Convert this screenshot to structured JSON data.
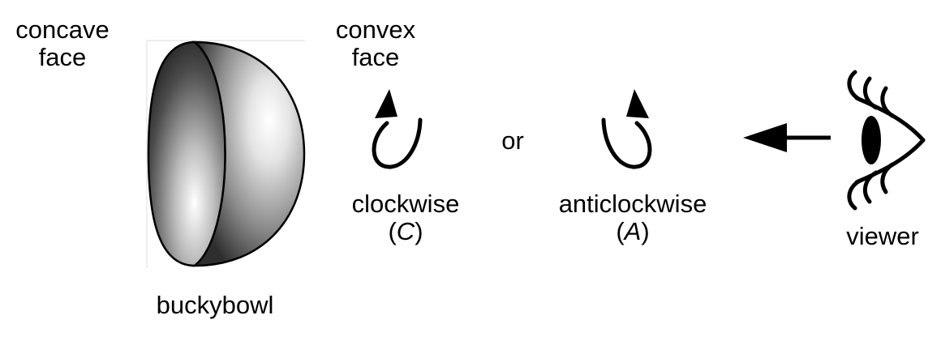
{
  "labels": {
    "concave_line1": "concave",
    "concave_line2": "face",
    "convex_line1": "convex",
    "convex_line2": "face",
    "or": "or",
    "clockwise": "clockwise",
    "clockwise_symbol": "C",
    "anticlockwise": "anticlockwise",
    "anticlockwise_symbol": "A",
    "viewer": "viewer",
    "buckybowl": "buckybowl"
  },
  "icons": {
    "bowl": "hemisphere-bowl-icon",
    "clockwise_arrow": "clockwise-arrow-icon",
    "anticlockwise_arrow": "anticlockwise-arrow-icon",
    "view_arrow": "left-arrow-icon",
    "eye": "eye-icon"
  }
}
